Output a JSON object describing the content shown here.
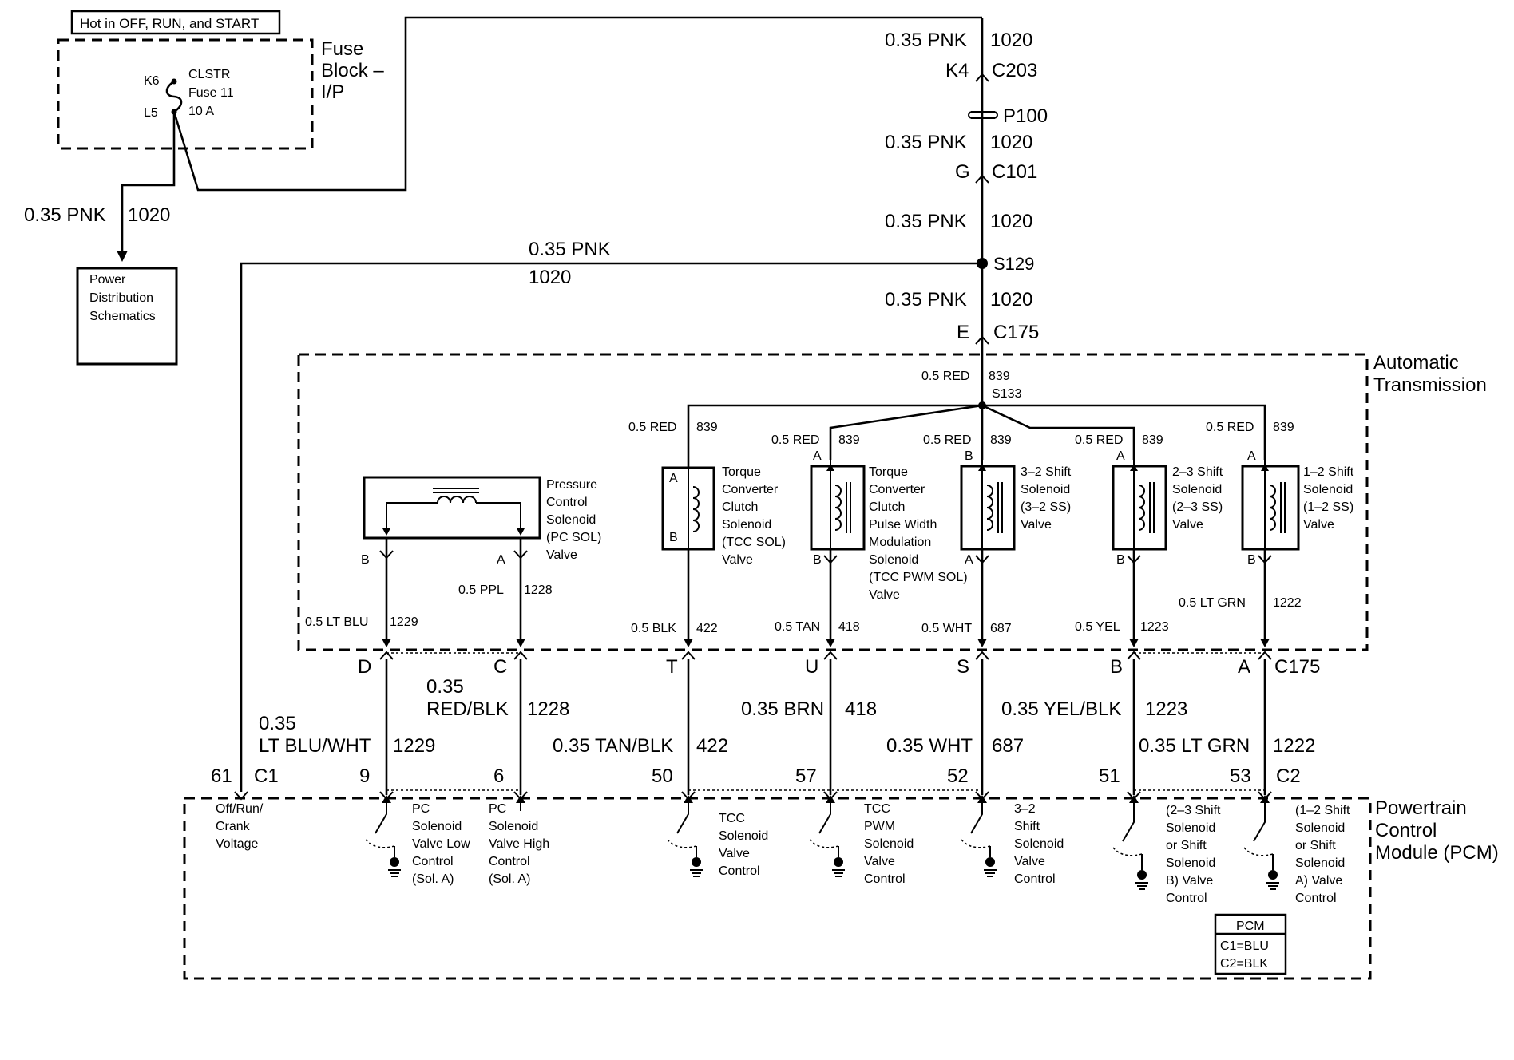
{
  "header_box": "Hot in OFF, RUN, and START",
  "fuse_block": {
    "title_lines": [
      "Fuse",
      "Block –",
      "I/P"
    ],
    "pin_top": "K6",
    "pin_bottom": "L5",
    "fuse_lines": [
      "CLSTR",
      "Fuse 11",
      "10 A"
    ]
  },
  "power_dist": {
    "wire_color": "0.35 PNK",
    "circuit": "1020",
    "box_lines": [
      "Power",
      "Distribution",
      "Schematics"
    ]
  },
  "main_feed": [
    {
      "wire": "0.35 PNK",
      "circuit": "1020"
    },
    {
      "pin": "K4",
      "connector": "C203"
    },
    {
      "splice": "P100"
    },
    {
      "wire": "0.35 PNK",
      "circuit": "1020"
    },
    {
      "pin": "G",
      "connector": "C101"
    },
    {
      "wire": "0.35 PNK",
      "circuit": "1020"
    },
    {
      "splice": "S129"
    },
    {
      "wire": "0.35 PNK",
      "circuit": "1020"
    },
    {
      "pin": "E",
      "connector": "C175"
    }
  ],
  "branch_wire": {
    "wire": "0.35 PNK",
    "circuit": "1020"
  },
  "transmission": {
    "title_lines": [
      "Automatic",
      "Transmission"
    ],
    "feed_wire": "0.5 RED",
    "feed_circuit": "839",
    "splice": "S133",
    "pin_a": "A",
    "pin_b": "B",
    "solenoids": [
      {
        "label_lines": [
          "Pressure",
          "Control",
          "Solenoid",
          "(PC SOL)",
          "Valve"
        ]
      },
      {
        "label_lines": [
          "Torque",
          "Converter",
          "Clutch",
          "Solenoid",
          "(TCC SOL)",
          "Valve"
        ]
      },
      {
        "label_lines": [
          "Torque",
          "Converter",
          "Clutch",
          "Pulse Width",
          "Modulation",
          "Solenoid",
          "(TCC PWM SOL)",
          "Valve"
        ]
      },
      {
        "label_lines": [
          "3–2 Shift",
          "Solenoid",
          "(3–2 SS)",
          "Valve"
        ]
      },
      {
        "label_lines": [
          "2–3 Shift",
          "Solenoid",
          "(2–3 SS)",
          "Valve"
        ]
      },
      {
        "label_lines": [
          "1–2 Shift",
          "Solenoid",
          "(1–2 SS)",
          "Valve"
        ]
      }
    ],
    "output_wires": [
      {
        "wire": "0.5 LT BLU",
        "circuit": "1229"
      },
      {
        "wire": "0.5 PPL",
        "circuit": "1228"
      },
      {
        "wire": "0.5 BLK",
        "circuit": "422"
      },
      {
        "wire": "0.5 TAN",
        "circuit": "418"
      },
      {
        "wire": "0.5 WHT",
        "circuit": "687"
      },
      {
        "wire": "0.5 YEL",
        "circuit": "1223"
      },
      {
        "wire": "0.5 LT GRN",
        "circuit": "1222"
      }
    ]
  },
  "c175_connector": {
    "name": "C175",
    "pins": [
      "D",
      "C",
      "T",
      "U",
      "S",
      "B",
      "A"
    ]
  },
  "harness_wires": [
    {
      "gauge": "0.35",
      "color": "LT BLU/WHT",
      "circuit": "1229"
    },
    {
      "gauge": "0.35",
      "color": "RED/BLK",
      "circuit": "1228"
    },
    {
      "gauge": "0.35",
      "color": "TAN/BLK",
      "circuit": "422"
    },
    {
      "gauge": "0.35",
      "color": "BRN",
      "circuit": "418"
    },
    {
      "gauge": "0.35",
      "color": "WHT",
      "circuit": "687"
    },
    {
      "gauge": "0.35",
      "color": "YEL/BLK",
      "circuit": "1223"
    },
    {
      "gauge": "0.35",
      "color": "LT GRN",
      "circuit": "1222"
    }
  ],
  "pcm": {
    "title_lines": [
      "Powertrain",
      "Control",
      "Module (PCM)"
    ],
    "connector_c1": "C1",
    "connector_c2": "C2",
    "pins": [
      "61",
      "9",
      "6",
      "50",
      "57",
      "52",
      "51",
      "53"
    ],
    "labels": [
      {
        "lines": [
          "Off/Run/",
          "Crank",
          "Voltage"
        ]
      },
      {
        "lines": [
          "PC",
          "Solenoid",
          "Valve Low",
          "Control",
          "(Sol. A)"
        ]
      },
      {
        "lines": [
          "PC",
          "Solenoid",
          "Valve High",
          "Control",
          "(Sol. A)"
        ]
      },
      {
        "lines": [
          "TCC",
          "Solenoid",
          "Valve",
          "Control"
        ]
      },
      {
        "lines": [
          "TCC",
          "PWM",
          "Solenoid",
          "Valve",
          "Control"
        ]
      },
      {
        "lines": [
          "3–2",
          "Shift",
          "Solenoid",
          "Valve",
          "Control"
        ]
      },
      {
        "lines": [
          "(2–3 Shift",
          "Solenoid",
          "or Shift",
          "Solenoid",
          "B) Valve",
          "Control"
        ]
      },
      {
        "lines": [
          "(1–2 Shift",
          "Solenoid",
          "or Shift",
          "Solenoid",
          "A) Valve",
          "Control"
        ]
      }
    ],
    "legend": {
      "title": "PCM",
      "lines": [
        "C1=BLU",
        "C2=BLK"
      ]
    }
  }
}
